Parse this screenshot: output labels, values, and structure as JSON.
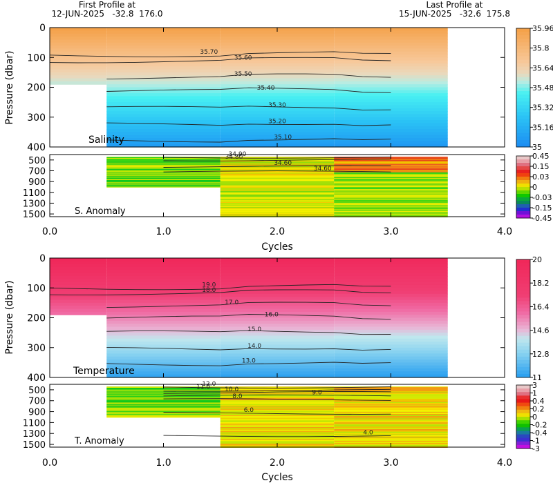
{
  "header": {
    "first_title": "First Profile at",
    "first_date": "12-JUN-2025",
    "first_coords": "-32.8  176.0",
    "last_title": "Last Profile at",
    "last_date": "15-JUN-2025",
    "last_coords": "-32.6  175.8"
  },
  "chart_data": [
    {
      "type": "heatmap",
      "panel": "salinity",
      "label": "Salinity",
      "ylabel": "Pressure (dbar)",
      "xlim": [
        0,
        4
      ],
      "ylim": [
        400,
        0
      ],
      "yticks": [
        "0",
        "100",
        "200",
        "300",
        "400"
      ],
      "colorbar": [
        "35.96",
        "35.8",
        "35.64",
        "35.48",
        "35.32",
        "35.16",
        "35"
      ],
      "contours": [
        {
          "label": "35.70",
          "x": 1.4,
          "p": 92
        },
        {
          "label": "35.60",
          "x": 1.7,
          "p": 112
        },
        {
          "label": "35.50",
          "x": 1.7,
          "p": 167
        },
        {
          "label": "35.40",
          "x": 1.9,
          "p": 213
        },
        {
          "label": "35.30",
          "x": 2.0,
          "p": 270
        },
        {
          "label": "35.20",
          "x": 2.0,
          "p": 325
        },
        {
          "label": "35.10",
          "x": 2.05,
          "p": 378
        }
      ]
    },
    {
      "type": "heatmap",
      "panel": "salinity_anomaly",
      "label": "S. Anomaly",
      "xlim": [
        0,
        4
      ],
      "ylim": [
        1550,
        400
      ],
      "yticks": [
        "500",
        "700",
        "900",
        "1100",
        "1300",
        "1500"
      ],
      "colorbar": [
        "0.45",
        "0.15",
        "0.03",
        "0",
        "-0.03",
        "-0.15",
        "-0.45"
      ],
      "contours": [
        {
          "label": "34.90",
          "x": 1.65,
          "p": 450
        },
        {
          "label": "34.80",
          "x": 1.62,
          "p": 500
        },
        {
          "label": "34.60",
          "x": 2.05,
          "p": 620
        },
        {
          "label": "34.60",
          "x": 2.4,
          "p": 720
        }
      ]
    },
    {
      "type": "heatmap",
      "panel": "temperature",
      "label": "Temperature",
      "ylabel": "Pressure (dbar)",
      "xlim": [
        0,
        4
      ],
      "ylim": [
        400,
        0
      ],
      "yticks": [
        "0",
        "100",
        "200",
        "300",
        "400"
      ],
      "colorbar": [
        "20",
        "18.2",
        "16.4",
        "14.6",
        "12.8",
        "11"
      ],
      "contours": [
        {
          "label": "19.0",
          "x": 1.4,
          "p": 100
        },
        {
          "label": "18.0",
          "x": 1.4,
          "p": 118
        },
        {
          "label": "17.0",
          "x": 1.6,
          "p": 160
        },
        {
          "label": "16.0",
          "x": 1.95,
          "p": 200
        },
        {
          "label": "15.0",
          "x": 1.8,
          "p": 250
        },
        {
          "label": "14.0",
          "x": 1.8,
          "p": 305
        },
        {
          "label": "13.0",
          "x": 1.75,
          "p": 355
        }
      ]
    },
    {
      "type": "heatmap",
      "panel": "temperature_anomaly",
      "label": "T. Anomaly",
      "xlabel": "Cycles",
      "xlim": [
        0,
        4
      ],
      "ylim": [
        1550,
        400
      ],
      "xticks": [
        "0.0",
        "1.0",
        "2.0",
        "3.0",
        "4.0"
      ],
      "yticks": [
        "500",
        "700",
        "900",
        "1100",
        "1300",
        "1500"
      ],
      "colorbar": [
        "3",
        "1",
        "0.4",
        "0.2",
        "0",
        "-0.2",
        "-0.4",
        "-1",
        "-3"
      ],
      "contours": [
        {
          "label": "12.0",
          "x": 1.4,
          "p": 450
        },
        {
          "label": "11.0",
          "x": 1.35,
          "p": 510
        },
        {
          "label": "10.0",
          "x": 1.6,
          "p": 550
        },
        {
          "label": "9.0",
          "x": 2.35,
          "p": 610
        },
        {
          "label": "8.0",
          "x": 1.65,
          "p": 680
        },
        {
          "label": "6.0",
          "x": 1.75,
          "p": 930
        },
        {
          "label": "4.0",
          "x": 2.8,
          "p": 1340
        }
      ]
    }
  ],
  "upper_xaxis": {
    "xlabel": "Cycles",
    "xticks": [
      "0.0",
      "1.0",
      "2.0",
      "3.0",
      "4.0"
    ]
  }
}
